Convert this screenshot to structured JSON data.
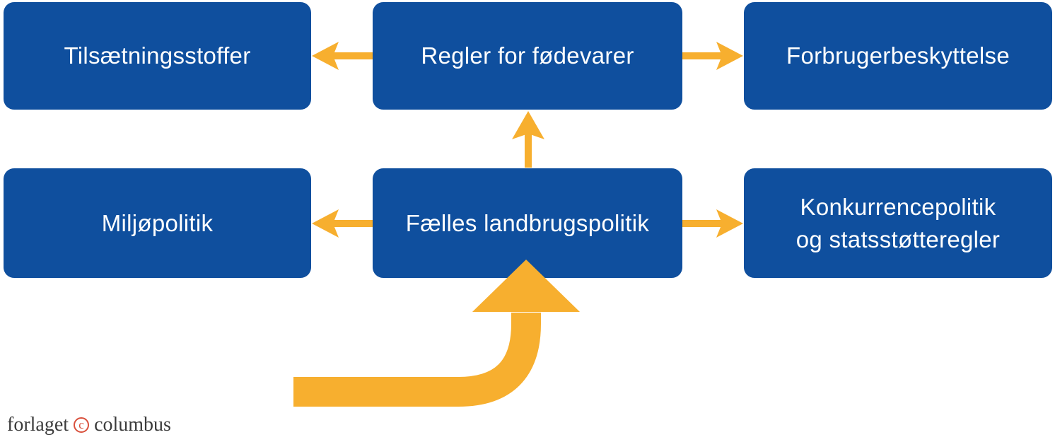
{
  "diagram": {
    "title_implicit": "EU policy areas diagram",
    "boxes": [
      {
        "id": "tilsaetningsstoffer",
        "label": "Tilsætningsstoffer"
      },
      {
        "id": "regler-for-foedevarer",
        "label": "Regler for fødevarer"
      },
      {
        "id": "forbrugerbeskyttelse",
        "label": "Forbrugerbeskyttelse"
      },
      {
        "id": "miljoepolitik",
        "label": "Miljøpolitik"
      },
      {
        "id": "faelles-landbrugspolitik",
        "label": "Fælles landbrugspolitik"
      },
      {
        "id": "konkurrencepolitik-og-statsstoetteregler",
        "label": "Konkurrencepolitik og statsstøtteregler",
        "lines": [
          "Konkurrencepolitik",
          "og statsstøtteregler"
        ]
      }
    ],
    "arrows": [
      {
        "from": "regler-for-foedevarer",
        "to": "tilsaetningsstoffer",
        "direction": "left",
        "weight": "thin"
      },
      {
        "from": "regler-for-foedevarer",
        "to": "forbrugerbeskyttelse",
        "direction": "right",
        "weight": "thin"
      },
      {
        "from": "faelles-landbrugspolitik",
        "to": "regler-for-foedevarer",
        "direction": "up",
        "weight": "thin"
      },
      {
        "from": "faelles-landbrugspolitik",
        "to": "miljoepolitik",
        "direction": "left",
        "weight": "thin"
      },
      {
        "from": "faelles-landbrugspolitik",
        "to": "konkurrencepolitik-og-statsstoetteregler",
        "direction": "right",
        "weight": "thin"
      },
      {
        "from": "bottom-left-outside",
        "to": "faelles-landbrugspolitik",
        "direction": "curved-up",
        "weight": "bold"
      }
    ]
  },
  "logo": {
    "prefix": "forlaget",
    "mark": "c",
    "suffix": "columbus"
  },
  "colors": {
    "background": "#ffffff",
    "box_blue": "#0F4F9E",
    "box_text": "#ffffff",
    "arrow_orange": "#F7AF2F",
    "logo_text": "#3b3b3b",
    "logo_mark": "#D9503C"
  }
}
